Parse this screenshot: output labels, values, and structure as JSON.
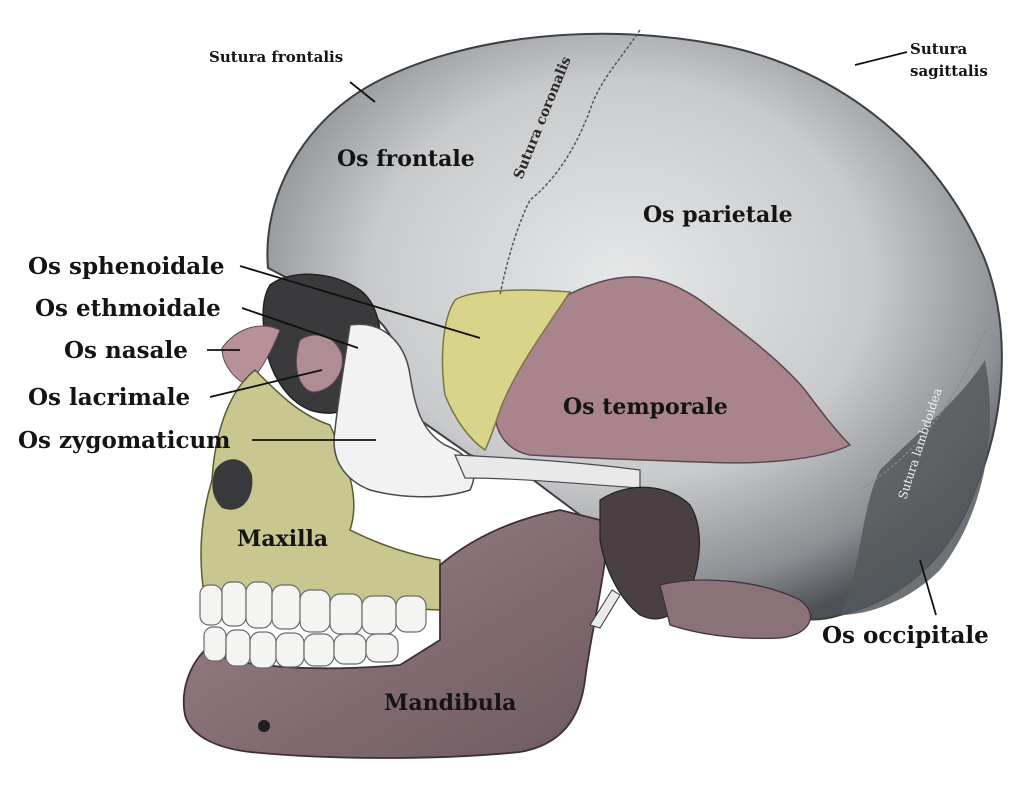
{
  "labels": {
    "sutura_frontalis": "Sutura frontalis",
    "sutura_sagittalis_1": "Sutura",
    "sutura_sagittalis_2": "sagittalis",
    "sutura_coronalis": "Sutura coronalis",
    "sutura_lambdoidea": "Sutura lambdoidea",
    "os_frontale": "Os frontale",
    "os_parietale": "Os parietale",
    "os_sphenoidale": "Os sphenoidale",
    "os_ethmoidale": "Os ethmoidale",
    "os_nasale": "Os nasale",
    "os_lacrimale": "Os lacrimale",
    "os_zygomaticum": "Os zygomaticum",
    "os_temporale": "Os temporale",
    "maxilla": "Maxilla",
    "mandibula": "Mandibula",
    "os_occipitale": "Os occipitale"
  },
  "colors": {
    "cranium": "#c9cbcc",
    "cranium_dark": "#5f6266",
    "sphenoid": "#d8d48a",
    "temporal": "#a9848c",
    "maxilla": "#c8c790",
    "mandible": "#8a7278",
    "zygomatic": "#f2f2f2",
    "teeth": "#f4f4f2"
  }
}
